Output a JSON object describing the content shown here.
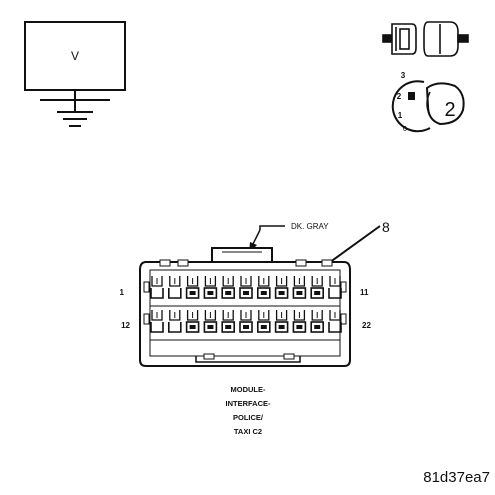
{
  "meter": {
    "symbol": "V"
  },
  "key_position": {
    "number": "2",
    "positions": [
      "3",
      "2",
      "1",
      "0"
    ]
  },
  "connector": {
    "wire_color": "DK. GRAY",
    "callout_pin": "8",
    "pin_labels": {
      "row1_start": "1",
      "row1_end": "11",
      "row2_start": "12",
      "row2_end": "22"
    },
    "caption_lines": [
      "MODULE-",
      "INTERFACE-",
      "POLICE/",
      "TAXI C2"
    ]
  },
  "figure_id": "81d37ea7"
}
